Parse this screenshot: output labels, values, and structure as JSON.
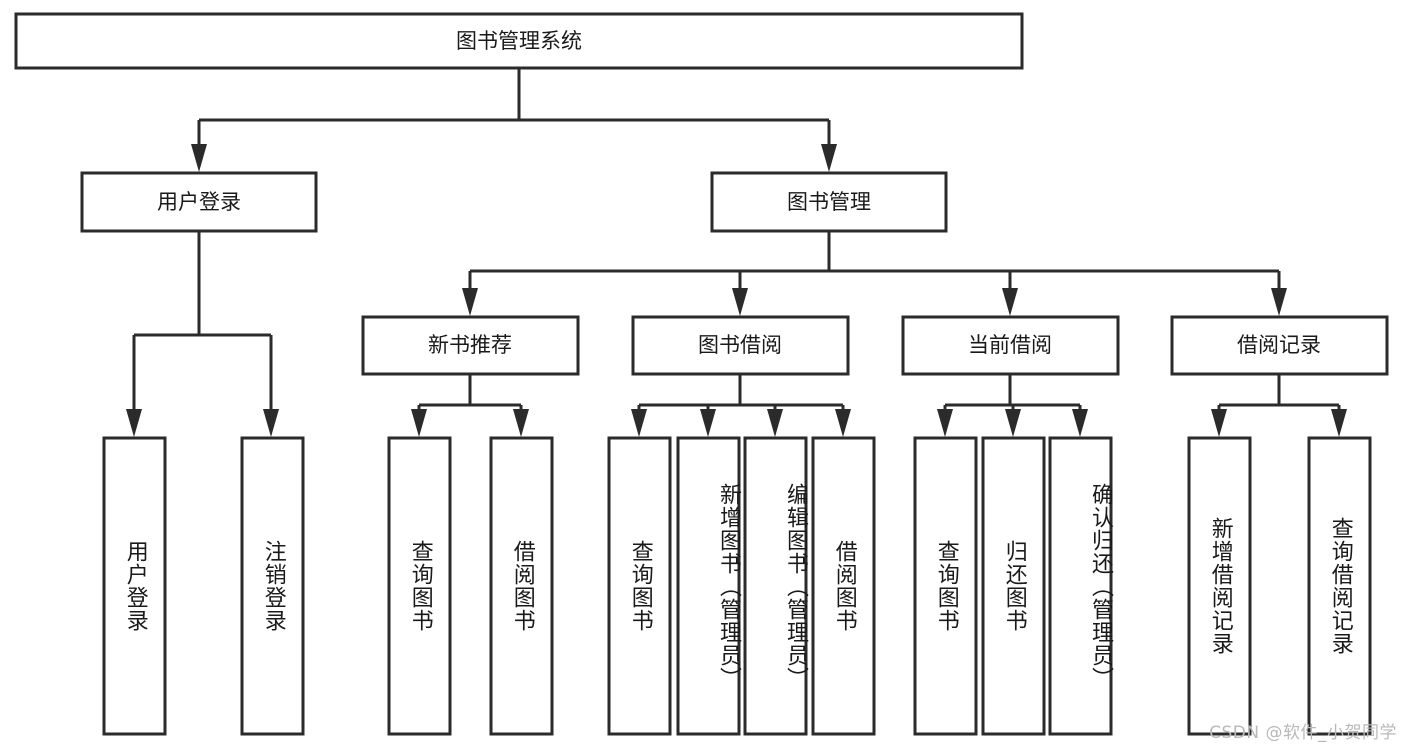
{
  "diagram": {
    "type": "tree-hierarchy",
    "title": "图书管理系统",
    "orientation": "top-down",
    "colors": {
      "stroke": "#2b2b2b",
      "fill": "#ffffff",
      "text": "#1a1a1a",
      "watermark": "#b9b9b9"
    },
    "root": {
      "label": "图书管理系统"
    },
    "level2": [
      {
        "label": "用户登录"
      },
      {
        "label": "图书管理"
      }
    ],
    "level3": [
      {
        "label": "新书推荐"
      },
      {
        "label": "图书借阅"
      },
      {
        "label": "当前借阅"
      },
      {
        "label": "借阅记录"
      }
    ],
    "leaves": {
      "user_login": [
        {
          "label": "用户登录"
        },
        {
          "label": "注销登录"
        }
      ],
      "new_book_recommend": [
        {
          "label": "查询图书"
        },
        {
          "label": "借阅图书"
        }
      ],
      "book_borrow": [
        {
          "label": "查询图书"
        },
        {
          "label": "新增图书（管理员）"
        },
        {
          "label": "编辑图书（管理员）"
        },
        {
          "label": "借阅图书"
        }
      ],
      "current_borrow": [
        {
          "label": "查询图书"
        },
        {
          "label": "归还图书"
        },
        {
          "label": "确认归还（管理员）"
        }
      ],
      "borrow_record": [
        {
          "label": "新增借阅记录"
        },
        {
          "label": "查询借阅记录"
        }
      ]
    }
  },
  "watermark": {
    "text": "CSDN @软件_小贺同学"
  }
}
